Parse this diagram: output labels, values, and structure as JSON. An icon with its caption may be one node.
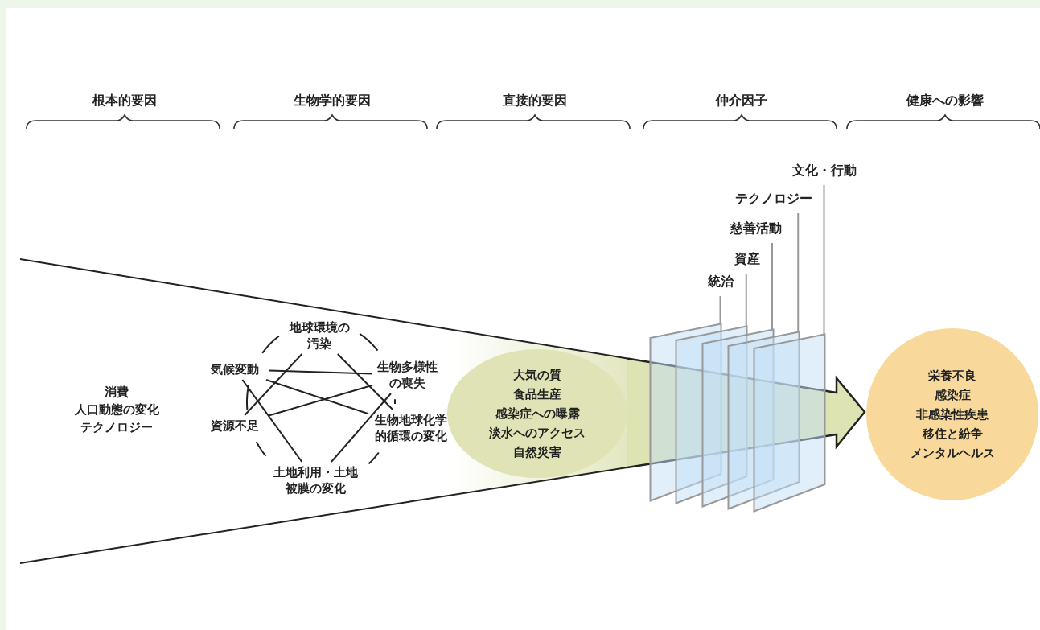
{
  "diagram": {
    "nodes": [
      {
        "text": [
          "消費",
          "人口動態の変化",
          "テクノロジー"
        ]
      },
      {
        "text": [
          "地球環境の汚染"
        ]
      },
      {
        "text": [
          "生物多様性の喪失"
        ]
      },
      {
        "text": [
          "生物地球化学的循環の変化"
        ]
      },
      {
        "text": [
          "土地利用・土地被膜の変化"
        ]
      },
      {
        "text": [
          "資源不足"
        ]
      },
      {
        "text": [
          "気候変動"
        ]
      },
      {
        "text": [
          "大気の質",
          "食品生産",
          "感染症への曝露",
          "淡水へのアクセス",
          "自然災害"
        ]
      },
      {
        "text": [
          "栄養不良",
          "感染症",
          "非感染性疾患",
          "移住と紛争",
          "メンタルヘルス"
        ]
      },
      {
        "text": [
          "統治"
        ]
      },
      {
        "text": [
          "資産"
        ]
      },
      {
        "text": [
          "慈善活動"
        ]
      },
      {
        "text": [
          "テクノロジー"
        ]
      },
      {
        "text": [
          "文化・行動"
        ]
      },
      {
        "text": [],
        "shape": "box"
      },
      {
        "text": [],
        "shape": "box"
      },
      {
        "text": [],
        "shape": "box"
      },
      {
        "text": [],
        "shape": "box"
      },
      {
        "text": [],
        "shape": "box"
      }
    ],
    "edges": [
      {
        "from": 1,
        "to": 2,
        "arrow": "none"
      },
      {
        "from": 2,
        "to": 3,
        "arrow": "none"
      },
      {
        "from": 3,
        "to": 4,
        "arrow": "none"
      },
      {
        "from": 4,
        "to": 5,
        "arrow": "none"
      },
      {
        "from": 5,
        "to": 6,
        "arrow": "none"
      },
      {
        "from": 6,
        "to": 1,
        "arrow": "none"
      },
      {
        "from": 6,
        "to": 2,
        "arrow": "none"
      },
      {
        "from": 1,
        "to": 5,
        "arrow": "none"
      },
      {
        "from": 1,
        "to": 3,
        "arrow": "none"
      },
      {
        "from": 6,
        "to": 3,
        "arrow": "none"
      },
      {
        "from": 6,
        "to": 4,
        "arrow": "none"
      },
      {
        "from": 2,
        "to": 5,
        "arrow": "none"
      },
      {
        "from": 2,
        "to": 4,
        "arrow": "none"
      },
      {
        "from": 7,
        "to": 8,
        "arrow": "to"
      },
      {
        "from": 9,
        "to": 14,
        "arrow": "none",
        "color": "#999999"
      },
      {
        "from": 10,
        "to": 15,
        "arrow": "none",
        "color": "#999999"
      },
      {
        "from": 11,
        "to": 16,
        "arrow": "none",
        "color": "#999999"
      },
      {
        "from": 12,
        "to": 17,
        "arrow": "none",
        "color": "#999999"
      },
      {
        "from": 13,
        "to": 18,
        "arrow": "none",
        "color": "#999999"
      }
    ],
    "labels": [
      "根本的要因",
      "生物学的要因",
      "直接的要因",
      "仲介因子",
      "健康への影響"
    ]
  }
}
